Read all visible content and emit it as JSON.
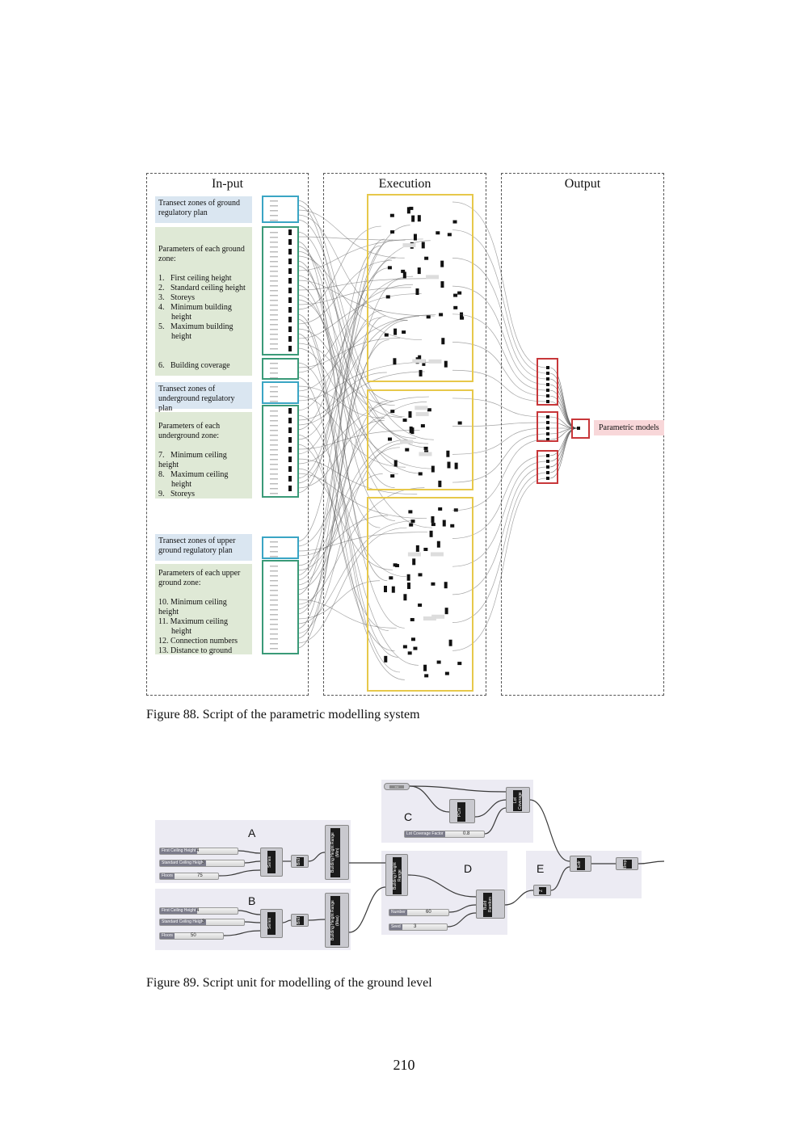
{
  "figure88": {
    "panels": {
      "input_title": "In-put",
      "execution_title": "Execution",
      "output_title": "Output"
    },
    "input_blocks": [
      {
        "type": "transect",
        "text": "Transect zones of ground regulatory plan"
      },
      {
        "type": "parameters",
        "text": "Parameters of each ground zone:",
        "items": [
          {
            "n": "1.",
            "label": "First ceiling height"
          },
          {
            "n": "2.",
            "label": "Standard ceiling height"
          },
          {
            "n": "3.",
            "label": "Storeys"
          },
          {
            "n": "4.",
            "label": "Minimum building height"
          },
          {
            "n": "5.",
            "label": "Maximum building height"
          }
        ]
      },
      {
        "type": "parameters-extra",
        "items": [
          {
            "n": "6.",
            "label": "Building coverage"
          }
        ]
      },
      {
        "type": "transect",
        "text": "Transect zones of underground regulatory plan"
      },
      {
        "type": "parameters",
        "text": "Parameters of each underground zone:",
        "items": [
          {
            "n": "7.",
            "label": "Minimum ceiling height"
          },
          {
            "n": "8.",
            "label": "Maximum ceiling height"
          },
          {
            "n": "9.",
            "label": "Storeys"
          }
        ]
      },
      {
        "type": "transect",
        "text": "Transect zones of upper ground regulatory plan"
      },
      {
        "type": "parameters",
        "text": "Parameters of each upper ground zone:",
        "items": [
          {
            "n": "10.",
            "label": "Minimum ceiling height"
          },
          {
            "n": "11.",
            "label": "Maximum ceiling height"
          },
          {
            "n": "12.",
            "label": "Connection numbers"
          },
          {
            "n": "13.",
            "label": "Distance to ground"
          }
        ]
      }
    ],
    "output_label": "Parametric models",
    "caption": "Figure 88. Script of the parametric modelling system",
    "colors": {
      "transect_fill": "#dae6f1",
      "parameter_fill": "#dfe9d6",
      "transect_border": "#3aa5c4",
      "parameter_border": "#3a9a78",
      "execution_border": "#e7c84a",
      "output_border": "#c8373a",
      "output_label_fill": "#f8d7d9"
    }
  },
  "figure89": {
    "groups": {
      "a": "A",
      "b": "B",
      "c": "C",
      "d": "D",
      "e": "E"
    },
    "sliders": {
      "a1": {
        "label": "First Ceiling Height",
        "value": "4"
      },
      "a2": {
        "label": "Standard Ceiling Height",
        "value": "3"
      },
      "a3": {
        "label": "Floors",
        "value": "75"
      },
      "b1": {
        "label": "First Ceiling Height",
        "value": "4"
      },
      "b2": {
        "label": "Standard Ceiling Height",
        "value": "3"
      },
      "b3": {
        "label": "Floors",
        "value": "50"
      },
      "c1": {
        "label": "Lot Coverage Factor",
        "value": "0.8"
      },
      "d1": {
        "label": "Number",
        "value": "60"
      },
      "d2": {
        "label": "Seed",
        "value": "3"
      }
    },
    "components": {
      "series_a": "Series",
      "bnd_a": "Bnd",
      "range_a": "Building Height Range (Min)",
      "series_b": "Series",
      "bnd_b": "Bnd",
      "range_b": "Building Height Range (Max)",
      "pcrv": "PCrv",
      "lot": "Lot Coverage",
      "bhr": "Building Height Range",
      "rand": "Build Random",
      "ext": "Extr",
      "z": "Z",
      "brep": "Brep",
      "curve_param": "Crv"
    },
    "caption": "Figure 89. Script unit for modelling of the ground level"
  },
  "page_number": "210"
}
